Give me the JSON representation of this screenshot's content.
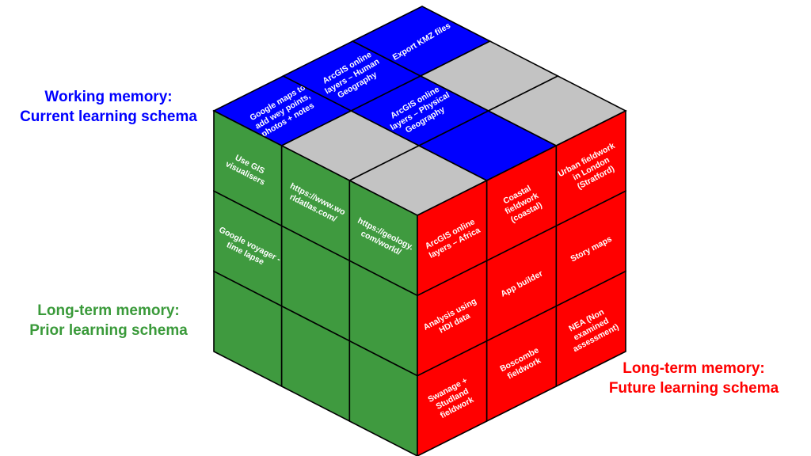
{
  "captions": {
    "working": {
      "line1": "Working memory:",
      "line2": "Current learning schema",
      "color": "#0000ff"
    },
    "prior": {
      "line1": "Long-term memory:",
      "line2": "Prior learning schema",
      "color": "#3a9a3a"
    },
    "future": {
      "line1": "Long-term memory:",
      "line2": "Future learning schema",
      "color": "#ff0000"
    }
  },
  "colors": {
    "blue": "#0000ff",
    "green": "#3f9a3f",
    "red": "#ff0000",
    "grey": "#c3c3c3",
    "edge": "#000000"
  },
  "faces": {
    "top": [
      {
        "fill": "blue",
        "lines": [
          "Google maps to",
          "add wey points,",
          "photos + notes"
        ]
      },
      {
        "fill": "blue",
        "lines": [
          "ArcGIS online",
          "layers – Human",
          "Geography"
        ]
      },
      {
        "fill": "blue",
        "lines": [
          "Export KMZ files"
        ]
      },
      {
        "fill": "grey",
        "lines": []
      },
      {
        "fill": "blue",
        "lines": [
          "ArcGIS online",
          "layers – Physical",
          "Geography"
        ]
      },
      {
        "fill": "grey",
        "lines": []
      },
      {
        "fill": "grey",
        "lines": []
      },
      {
        "fill": "blue",
        "lines": []
      },
      {
        "fill": "grey",
        "lines": []
      }
    ],
    "left": [
      {
        "fill": "green",
        "lines": [
          "Use GIS",
          "visualisers"
        ]
      },
      {
        "fill": "green",
        "lines": [
          "https://www.wo",
          "rldatlas.com/"
        ]
      },
      {
        "fill": "green",
        "lines": [
          "https://geology.",
          "com/world/"
        ]
      },
      {
        "fill": "green",
        "lines": [
          "Google voyager -",
          "time lapse"
        ]
      },
      {
        "fill": "green",
        "lines": []
      },
      {
        "fill": "green",
        "lines": []
      },
      {
        "fill": "green",
        "lines": []
      },
      {
        "fill": "green",
        "lines": []
      },
      {
        "fill": "green",
        "lines": []
      }
    ],
    "right": [
      {
        "fill": "red",
        "lines": [
          "ArcGIS online",
          "layers – Africa"
        ]
      },
      {
        "fill": "red",
        "lines": [
          "Coastal",
          "fieldwork",
          "(coastal)"
        ]
      },
      {
        "fill": "red",
        "lines": [
          "Urban fieldwork",
          "in London",
          "(Stratford)"
        ]
      },
      {
        "fill": "red",
        "lines": [
          "Analysis using",
          "HDI data"
        ]
      },
      {
        "fill": "red",
        "lines": [
          "App builder"
        ]
      },
      {
        "fill": "red",
        "lines": [
          "Story maps"
        ]
      },
      {
        "fill": "red",
        "lines": [
          "Swanage +",
          "Studland",
          "fieldwork"
        ]
      },
      {
        "fill": "red",
        "lines": [
          "Boscombe",
          "fieldwork"
        ]
      },
      {
        "fill": "red",
        "lines": [
          "NEA (Non",
          "examined",
          "assessment)"
        ]
      }
    ]
  }
}
